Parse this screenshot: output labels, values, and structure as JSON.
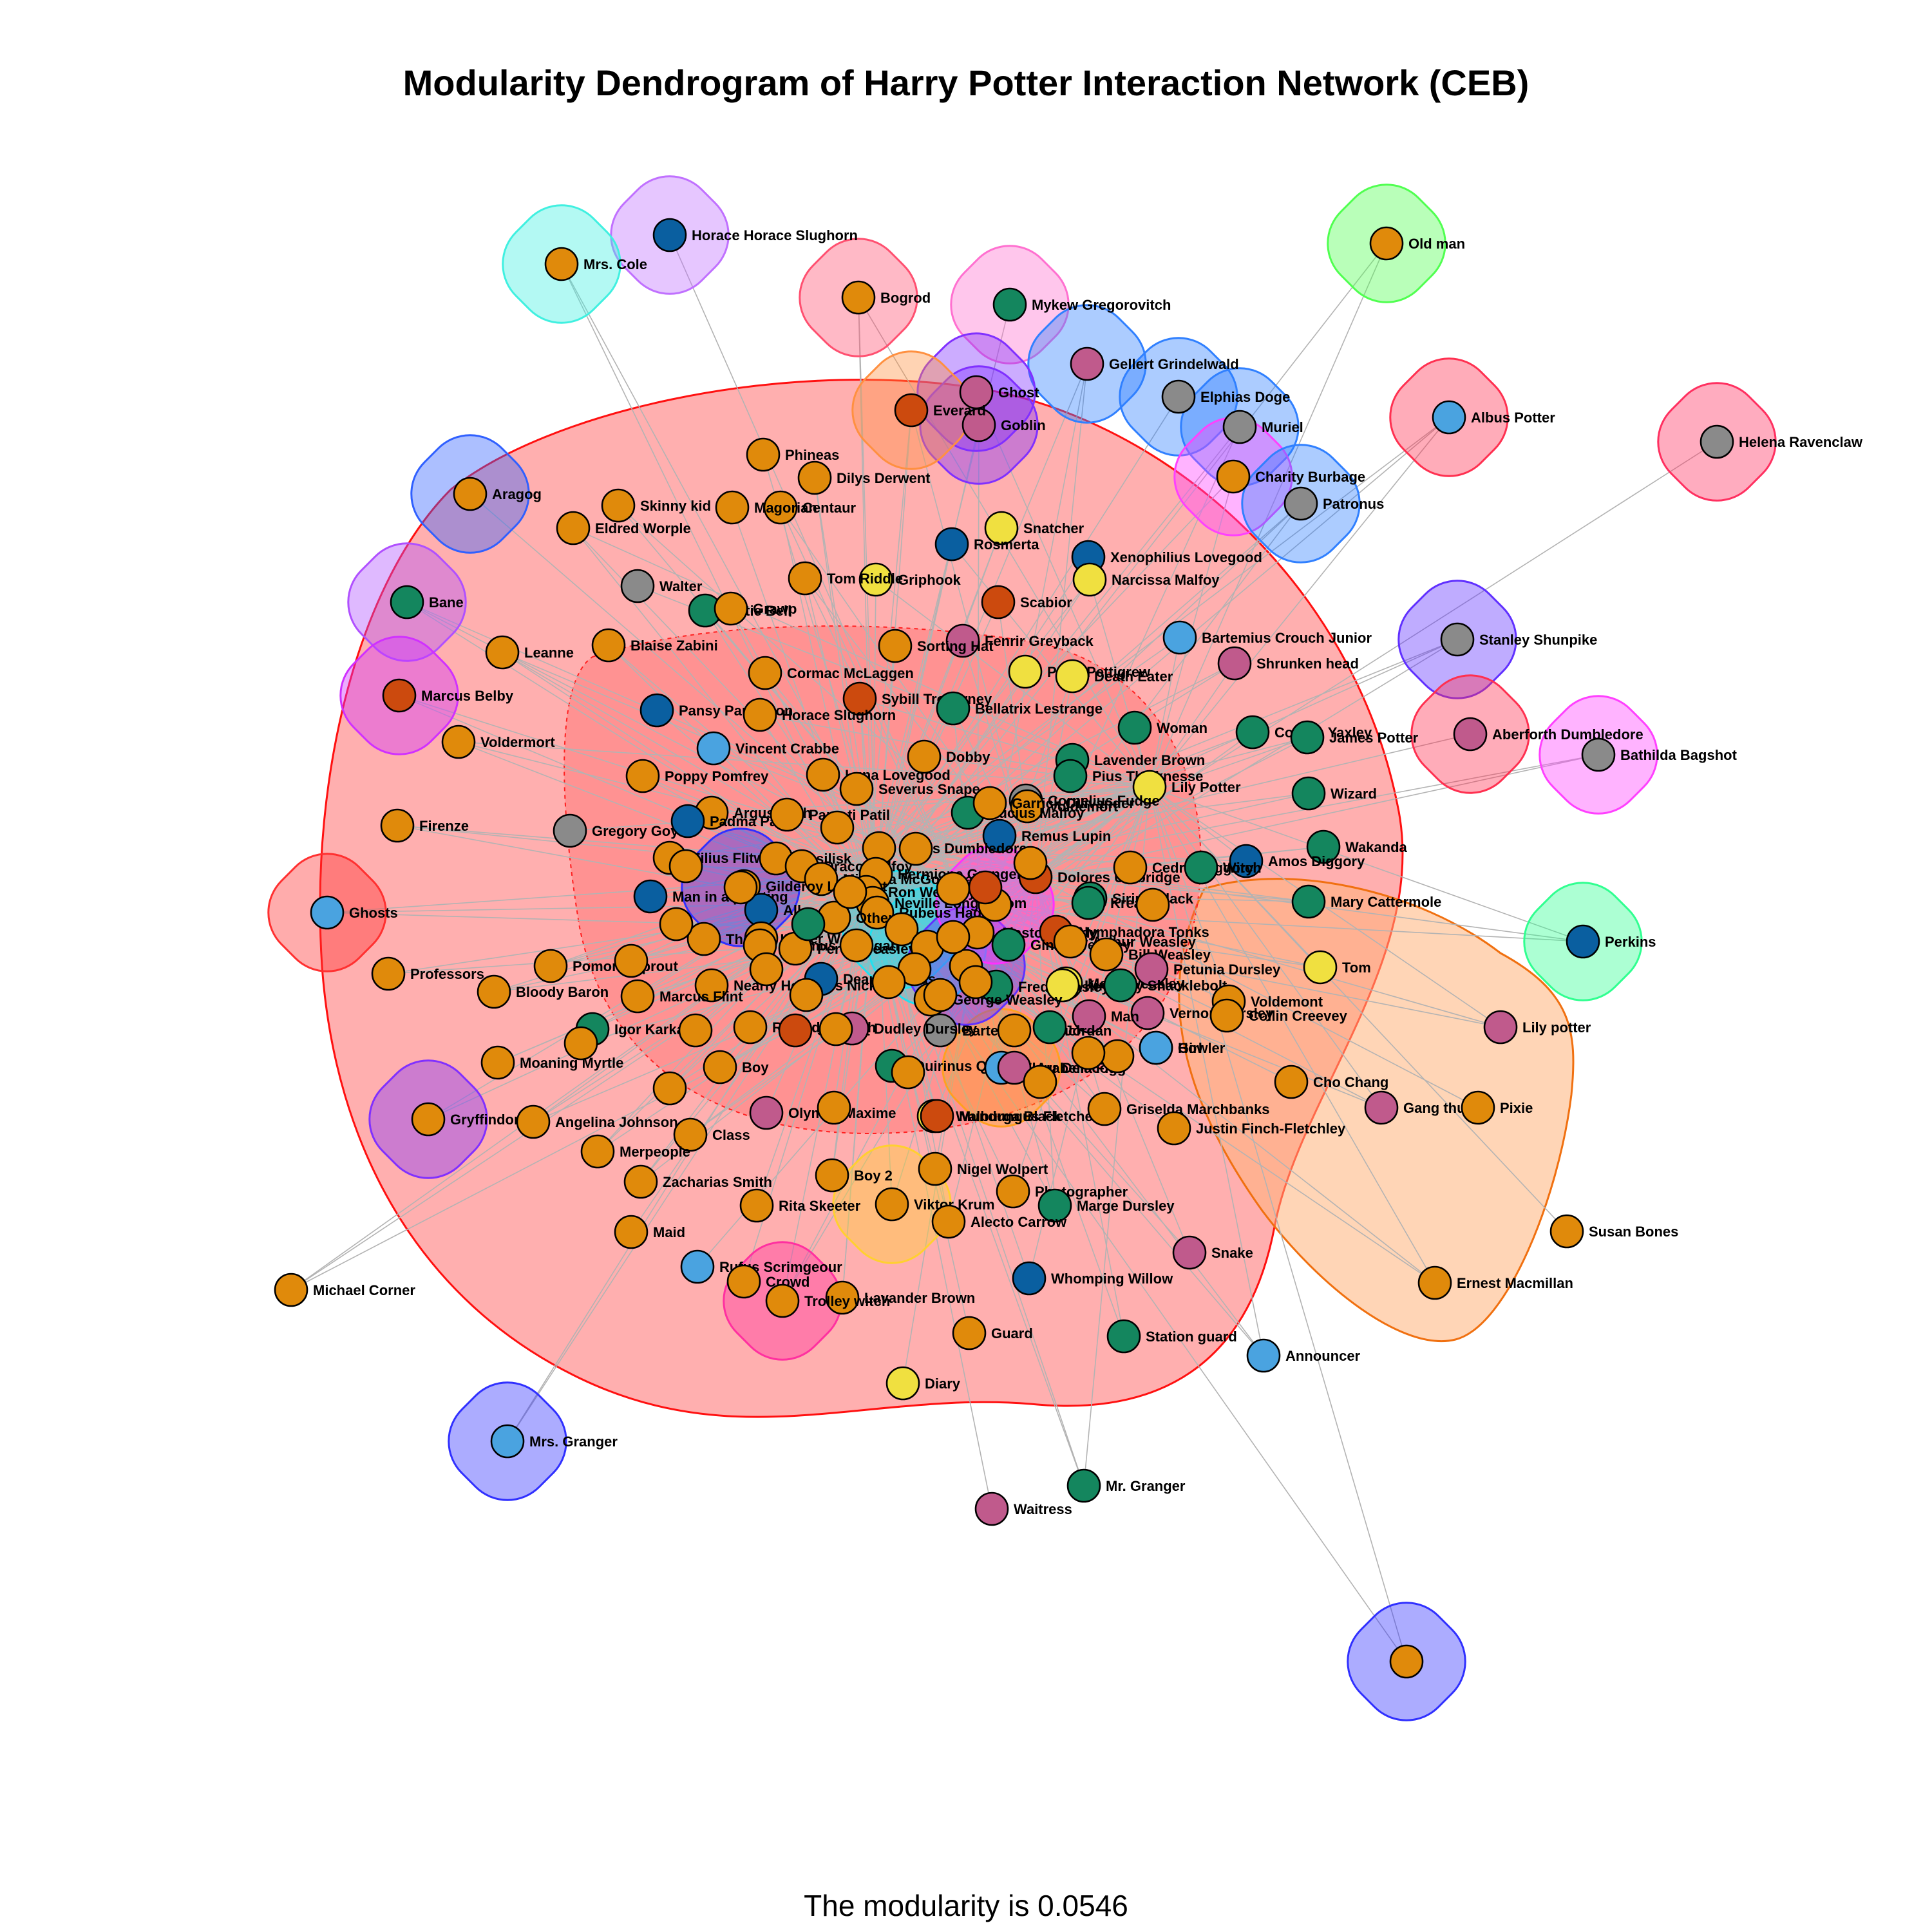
{
  "title": "Modularity Dendrogram of Harry Potter Interaction Network (CEB)",
  "caption": "The modularity is 0.0546",
  "colors": {
    "orange": "#e08a0b",
    "green": "#14865e",
    "blue": "#0a5fa0",
    "lightblue": "#4aa3e0",
    "gray": "#8a8a8a",
    "yellow": "#f0e040",
    "pink": "#c05a8c",
    "red": "#cc4a0e"
  },
  "nodes": [
    {
      "label": "Horace Horace Slughorn",
      "color": "blue"
    },
    {
      "label": "Mrs. Cole",
      "color": "orange"
    },
    {
      "label": "Bogrod",
      "color": "orange"
    },
    {
      "label": "Mykew Gregorovitch",
      "color": "green"
    },
    {
      "label": "Old man",
      "color": "orange"
    },
    {
      "label": "Gellert Grindelwald",
      "color": "pink"
    },
    {
      "label": "Ghost",
      "color": "pink"
    },
    {
      "label": "Goblin",
      "color": "pink"
    },
    {
      "label": "Everard",
      "color": "red"
    },
    {
      "label": "Elphias Doge",
      "color": "gray"
    },
    {
      "label": "Muriel",
      "color": "gray"
    },
    {
      "label": "Albus Potter",
      "color": "lightblue"
    },
    {
      "label": "Helena Ravenclaw",
      "color": "gray"
    },
    {
      "label": "Charity Burbage",
      "color": "orange"
    },
    {
      "label": "Patronus",
      "color": "gray"
    },
    {
      "label": "Phineas",
      "color": "orange"
    },
    {
      "label": "Dilys Derwent",
      "color": "orange"
    },
    {
      "label": "Centaur",
      "color": "orange"
    },
    {
      "label": "Magorian",
      "color": "orange"
    },
    {
      "label": "Skinny kid",
      "color": "orange"
    },
    {
      "label": "Eldred Worple",
      "color": "orange"
    },
    {
      "label": "Aragog",
      "color": "orange"
    },
    {
      "label": "Snatcher",
      "color": "yellow"
    },
    {
      "label": "Rosmerta",
      "color": "blue"
    },
    {
      "label": "Xenophilius Lovegood",
      "color": "blue"
    },
    {
      "label": "Griphook",
      "color": "yellow"
    },
    {
      "label": "Tom Riddle",
      "color": "orange"
    },
    {
      "label": "Walter",
      "color": "gray"
    },
    {
      "label": "Katie Bell",
      "color": "green"
    },
    {
      "label": "Bane",
      "color": "green"
    },
    {
      "label": "Grawp",
      "color": "orange"
    },
    {
      "label": "Scabior",
      "color": "red"
    },
    {
      "label": "Narcissa Malfoy",
      "color": "yellow"
    },
    {
      "label": "Fenrir Greyback",
      "color": "pink"
    },
    {
      "label": "Bartemius Crouch Junior",
      "color": "lightblue"
    },
    {
      "label": "Stanley Shunpike",
      "color": "gray"
    },
    {
      "label": "Sorting Hat",
      "color": "orange"
    },
    {
      "label": "Blaise Zabini",
      "color": "orange"
    },
    {
      "label": "Leanne",
      "color": "orange"
    },
    {
      "label": "Peter Pettigrew",
      "color": "yellow"
    },
    {
      "label": "Death Eater",
      "color": "yellow"
    },
    {
      "label": "Shrunken head",
      "color": "pink"
    },
    {
      "label": "Cormac McLaggen",
      "color": "orange"
    },
    {
      "label": "Marcus Belby",
      "color": "red"
    },
    {
      "label": "Sybill Trelawney",
      "color": "red"
    },
    {
      "label": "Pansy Parkinson",
      "color": "blue"
    },
    {
      "label": "Horace Slughorn",
      "color": "orange"
    },
    {
      "label": "Bellatrix Lestrange",
      "color": "green"
    },
    {
      "label": "Woman",
      "color": "green"
    },
    {
      "label": "Corban Yaxley",
      "color": "green"
    },
    {
      "label": "James Potter",
      "color": "green"
    },
    {
      "label": "Aberforth Dumbledore",
      "color": "pink"
    },
    {
      "label": "Bathilda Bagshot",
      "color": "gray"
    },
    {
      "label": "Voldermort",
      "color": "orange"
    },
    {
      "label": "Vincent Crabbe",
      "color": "lightblue"
    },
    {
      "label": "Dobby",
      "color": "orange"
    },
    {
      "label": "Lavender Brown",
      "color": "green"
    },
    {
      "label": "Pius Thicknesse",
      "color": "green"
    },
    {
      "label": "Poppy Pomfrey",
      "color": "orange"
    },
    {
      "label": "Luna Lovegood",
      "color": "orange"
    },
    {
      "label": "Severus Snape",
      "color": "orange"
    },
    {
      "label": "Lily Potter",
      "color": "yellow"
    },
    {
      "label": "Cornelius Fudge",
      "color": "gray"
    },
    {
      "label": "Voldemort",
      "color": "orange"
    },
    {
      "label": "Wizard",
      "color": "green"
    },
    {
      "label": "Argus Filch",
      "color": "orange"
    },
    {
      "label": "Lucius Malfoy",
      "color": "green"
    },
    {
      "label": "Garrick Ollivander",
      "color": "orange"
    },
    {
      "label": "Firenze",
      "color": "orange"
    },
    {
      "label": "Gregory Goyle",
      "color": "gray"
    },
    {
      "label": "Padma Patil",
      "color": "blue"
    },
    {
      "label": "Parvati Patil",
      "color": "orange"
    },
    {
      "label": "Remus Lupin",
      "color": "blue"
    },
    {
      "label": "Wakanda",
      "color": "green"
    },
    {
      "label": "Filius Flitwick",
      "color": "orange"
    },
    {
      "label": "Albus Dumbledore",
      "color": "orange"
    },
    {
      "label": "Amos Diggory",
      "color": "blue"
    },
    {
      "label": "Ghosts",
      "color": "lightblue"
    },
    {
      "label": "Basilisk",
      "color": "orange"
    },
    {
      "label": "Draco Malfoy",
      "color": "orange"
    },
    {
      "label": "Dolores Umbridge",
      "color": "red"
    },
    {
      "label": "Cedric Diggory",
      "color": "orange"
    },
    {
      "label": "Minerva McGonagall",
      "color": "orange"
    },
    {
      "label": "Hermione Granger",
      "color": "orange"
    },
    {
      "label": "Sirius Black",
      "color": "green"
    },
    {
      "label": "Witch",
      "color": "green"
    },
    {
      "label": "Gilderoy Lockhart",
      "color": "orange"
    },
    {
      "label": "Ron Weasley",
      "color": "orange"
    },
    {
      "label": "Man in a painting",
      "color": "blue"
    },
    {
      "label": "All",
      "color": "blue"
    },
    {
      "label": "Neville Longbottom",
      "color": "orange"
    },
    {
      "label": "Kreacher",
      "color": "green"
    },
    {
      "label": "Mary Cattermole",
      "color": "green"
    },
    {
      "label": "Rubeus Hagrid",
      "color": "orange"
    },
    {
      "label": "Other",
      "color": "orange"
    },
    {
      "label": "Perkins",
      "color": "blue"
    },
    {
      "label": "Alastor Moody",
      "color": "orange"
    },
    {
      "label": "Nymphadora Tonks",
      "color": "red"
    },
    {
      "label": "The Fat Lady",
      "color": "orange"
    },
    {
      "label": "Oliver Wood",
      "color": "orange"
    },
    {
      "label": "Ginny Weasley",
      "color": "green"
    },
    {
      "label": "Arthur Weasley",
      "color": "orange"
    },
    {
      "label": "Bill Weasley",
      "color": "orange"
    },
    {
      "label": "Professors",
      "color": "orange"
    },
    {
      "label": "Pomona Sprout",
      "color": "orange"
    },
    {
      "label": "Seamus Finnigan",
      "color": "orange"
    },
    {
      "label": "Percy Weasley",
      "color": "orange"
    },
    {
      "label": "Tom",
      "color": "yellow"
    },
    {
      "label": "Nearly Headless Nick",
      "color": "orange"
    },
    {
      "label": "Dean Thomas",
      "color": "blue"
    },
    {
      "label": "Bloody Baron",
      "color": "orange"
    },
    {
      "label": "Molly Weasley",
      "color": "yellow"
    },
    {
      "label": "Petunia Dursley",
      "color": "pink"
    },
    {
      "label": "Marcus Flint",
      "color": "orange"
    },
    {
      "label": "Fred Weasley",
      "color": "green"
    },
    {
      "label": "Kingsley Shacklebolt",
      "color": "yellow"
    },
    {
      "label": "Lily potter",
      "color": "pink"
    },
    {
      "label": "George Weasley",
      "color": "orange"
    },
    {
      "label": "Voldemont",
      "color": "orange"
    },
    {
      "label": "Vernon Dursley",
      "color": "pink"
    },
    {
      "label": "Collin Creevey",
      "color": "orange"
    },
    {
      "label": "Igor Karkaroff",
      "color": "green"
    },
    {
      "label": "Man",
      "color": "pink"
    },
    {
      "label": "Girl",
      "color": "orange"
    },
    {
      "label": "Rolanda Hooch",
      "color": "orange"
    },
    {
      "label": "Student",
      "color": "red"
    },
    {
      "label": "Bartemius Crouch",
      "color": "gray"
    },
    {
      "label": "Lee Jordan",
      "color": "orange"
    },
    {
      "label": "Dudley Dursley",
      "color": "pink"
    },
    {
      "label": "Howler",
      "color": "lightblue"
    },
    {
      "label": "Moaning Myrtle",
      "color": "orange"
    },
    {
      "label": "Boy",
      "color": "orange"
    },
    {
      "label": "Quirinus Quirrell",
      "color": "green"
    },
    {
      "label": "Fleur Delacour",
      "color": "lightblue"
    },
    {
      "label": "Arabella Figg",
      "color": "pink"
    },
    {
      "label": "Cho Chang",
      "color": "orange"
    },
    {
      "label": "Walburga Black",
      "color": "yellow"
    },
    {
      "label": "Gang thug",
      "color": "pink"
    },
    {
      "label": "Pixie",
      "color": "orange"
    },
    {
      "label": "Gryffindors",
      "color": "orange"
    },
    {
      "label": "Angelina Johnson",
      "color": "orange"
    },
    {
      "label": "Olympe Maxime",
      "color": "pink"
    },
    {
      "label": "Mundungus Fletcher",
      "color": "red"
    },
    {
      "label": "Griselda Marchbanks",
      "color": "orange"
    },
    {
      "label": "Justin Finch-Fletchley",
      "color": "orange"
    },
    {
      "label": "Class",
      "color": "orange"
    },
    {
      "label": "Merpeople",
      "color": "orange"
    },
    {
      "label": "Nigel Wolpert",
      "color": "orange"
    },
    {
      "label": "Boy 2",
      "color": "orange"
    },
    {
      "label": "Zacharias Smith",
      "color": "orange"
    },
    {
      "label": "Rita Skeeter",
      "color": "orange"
    },
    {
      "label": "Photographer",
      "color": "orange"
    },
    {
      "label": "Marge Dursley",
      "color": "green"
    },
    {
      "label": "Susan Bones",
      "color": "orange"
    },
    {
      "label": "Viktor Krum",
      "color": "orange"
    },
    {
      "label": "Alecto Carrow",
      "color": "orange"
    },
    {
      "label": "Maid",
      "color": "orange"
    },
    {
      "label": "Snake",
      "color": "pink"
    },
    {
      "label": "Ernest Macmillan",
      "color": "orange"
    },
    {
      "label": "Rufus Scrimgeour",
      "color": "lightblue"
    },
    {
      "label": "Whomping Willow",
      "color": "blue"
    },
    {
      "label": "Michael Corner",
      "color": "orange"
    },
    {
      "label": "Crowd",
      "color": "orange"
    },
    {
      "label": "Lavander Brown",
      "color": "orange"
    },
    {
      "label": "Trolley witch",
      "color": "orange"
    },
    {
      "label": "Guard",
      "color": "orange"
    },
    {
      "label": "Station guard",
      "color": "green"
    },
    {
      "label": "Announcer",
      "color": "lightblue"
    },
    {
      "label": "Diary",
      "color": "yellow"
    },
    {
      "label": "Mrs. Granger",
      "color": "lightblue"
    },
    {
      "label": "Mr. Granger",
      "color": "green"
    },
    {
      "label": "Waitress",
      "color": "pink"
    },
    {
      "label": "",
      "color": "orange"
    },
    {
      "label": "",
      "color": "orange"
    },
    {
      "label": "",
      "color": "orange"
    },
    {
      "label": "",
      "color": "orange"
    },
    {
      "label": "",
      "color": "orange"
    },
    {
      "label": "",
      "color": "orange"
    },
    {
      "label": "",
      "color": "orange"
    },
    {
      "label": "",
      "color": "orange"
    },
    {
      "label": "",
      "color": "orange"
    },
    {
      "label": "",
      "color": "orange"
    },
    {
      "label": "",
      "color": "orange"
    },
    {
      "label": "",
      "color": "orange"
    },
    {
      "label": "",
      "color": "orange"
    },
    {
      "label": "",
      "color": "orange"
    },
    {
      "label": "",
      "color": "orange"
    },
    {
      "label": "",
      "color": "orange"
    },
    {
      "label": "",
      "color": "orange"
    },
    {
      "label": "",
      "color": "orange"
    },
    {
      "label": "",
      "color": "orange"
    },
    {
      "label": "",
      "color": "orange"
    },
    {
      "label": "",
      "color": "orange"
    },
    {
      "label": "",
      "color": "orange"
    },
    {
      "label": "",
      "color": "orange"
    },
    {
      "label": "",
      "color": "orange"
    },
    {
      "label": "",
      "color": "orange"
    },
    {
      "label": "",
      "color": "orange"
    },
    {
      "label": "",
      "color": "orange"
    },
    {
      "label": "",
      "color": "orange"
    },
    {
      "label": "",
      "color": "orange"
    },
    {
      "label": "",
      "color": "orange"
    },
    {
      "label": "",
      "color": "green"
    },
    {
      "label": "",
      "color": "green"
    },
    {
      "label": "",
      "color": "green"
    },
    {
      "label": "",
      "color": "orange"
    },
    {
      "label": "",
      "color": "orange"
    },
    {
      "label": "",
      "color": "red"
    }
  ]
}
